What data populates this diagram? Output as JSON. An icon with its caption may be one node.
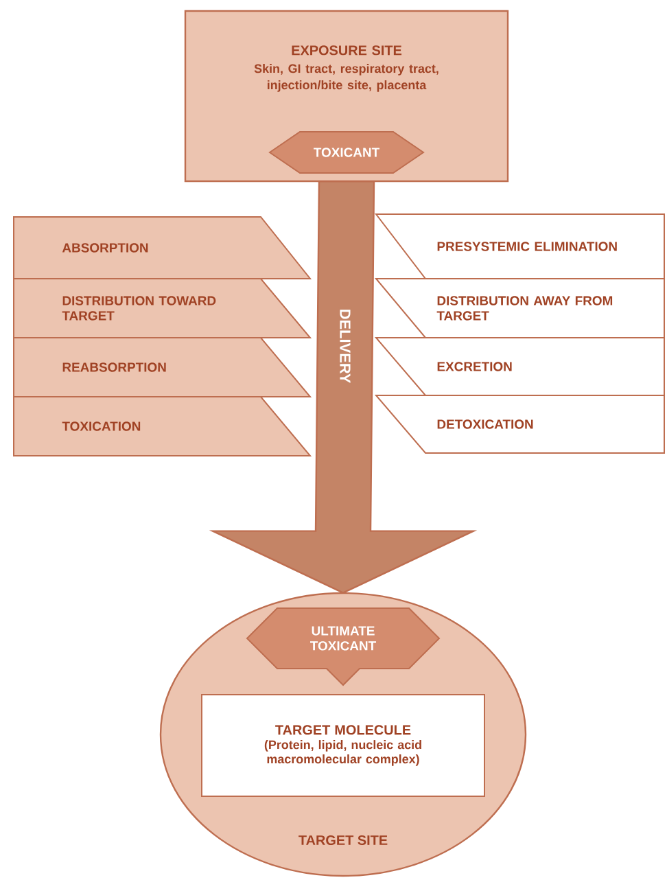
{
  "diagram": {
    "nodes": [
      {
        "text": [
          "EXPOSURE SITE",
          "Skin, GI tract, respiratory tract, injection/bite site, placenta"
        ]
      },
      {
        "text": [
          "TOXICANT"
        ],
        "in": 0
      },
      {
        "text": [
          "ABSORPTION"
        ]
      },
      {
        "text": [
          "DISTRIBUTION TOWARD TARGET"
        ]
      },
      {
        "text": [
          "REABSORPTION"
        ]
      },
      {
        "text": [
          "TOXICATION"
        ]
      },
      {
        "text": [
          "PRESYSTEMIC ELIMINATION"
        ]
      },
      {
        "text": [
          "DISTRIBUTION AWAY FROM TARGET"
        ]
      },
      {
        "text": [
          "EXCRETION"
        ]
      },
      {
        "text": [
          "DETOXICATION"
        ]
      },
      {
        "text": [
          "TARGET SITE"
        ]
      },
      {
        "text": [
          "ULTIMATE TOXICANT"
        ],
        "in": 10
      },
      {
        "text": [
          "TARGET MOLECULE",
          "(Protein, lipid, nucleic acid macromolecular complex)"
        ],
        "in": 10
      }
    ],
    "edges": [
      {
        "from": 0,
        "to": 10,
        "arrow": "to",
        "label": "DELIVERY",
        "style": "thick",
        "color": "#c48466"
      }
    ]
  }
}
